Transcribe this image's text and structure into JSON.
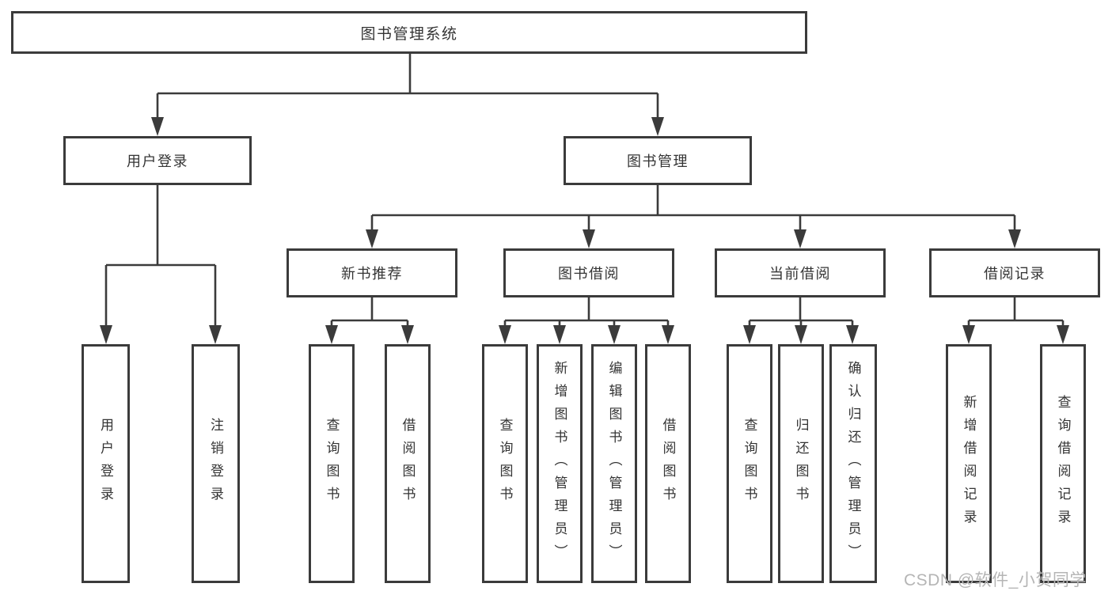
{
  "colors": {
    "line": "#3b3b3b",
    "node_border": "#3b3b3b",
    "node_text": "#343434",
    "background": "#ffffff",
    "watermark": "#b5b5b5"
  },
  "tree": {
    "label": "图书管理系统",
    "children": [
      {
        "label": "用户登录",
        "children": [
          {
            "label": "用户登录"
          },
          {
            "label": "注销登录"
          }
        ]
      },
      {
        "label": "图书管理",
        "children": [
          {
            "label": "新书推荐",
            "children": [
              {
                "label": "查询图书"
              },
              {
                "label": "借阅图书"
              }
            ]
          },
          {
            "label": "图书借阅",
            "children": [
              {
                "label": "查询图书"
              },
              {
                "label": "新增图书（管理员）"
              },
              {
                "label": "编辑图书（管理员）"
              },
              {
                "label": "借阅图书"
              }
            ]
          },
          {
            "label": "当前借阅",
            "children": [
              {
                "label": "查询图书"
              },
              {
                "label": "归还图书"
              },
              {
                "label": "确认归还（管理员）"
              }
            ]
          },
          {
            "label": "借阅记录",
            "children": [
              {
                "label": "新增借阅记录"
              },
              {
                "label": "查询借阅记录"
              }
            ]
          }
        ]
      }
    ]
  },
  "watermark": {
    "text": "CSDN @软件_小贺同学"
  }
}
